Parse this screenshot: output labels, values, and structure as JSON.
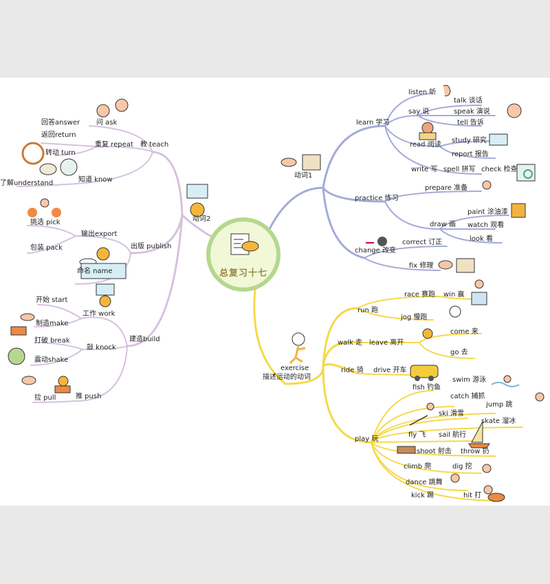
{
  "center": {
    "title": "总复习十七"
  },
  "colors": {
    "purple_branch": "#d6c1de",
    "blue_branch": "#a4abd8",
    "yellow_branch": "#f5d94a",
    "center_ring": "#b6d78e"
  },
  "purple_top": {
    "main": "动词2",
    "teach": "教 teach",
    "answer": "回答answer",
    "ask": "问 ask",
    "return": "返回return",
    "repeat": "重复 repeat",
    "turn": "转动 turn",
    "understand": "了解understand",
    "know": "知道 know"
  },
  "purple_mid": {
    "publish": "出版 publish",
    "pick": "挑选 pick",
    "export": "输出export",
    "pack": "包装 pack",
    "name": "命名 name"
  },
  "purple_bottom": {
    "build": "建造build",
    "start": "开始 start",
    "work": "工作 work",
    "make": "制造make",
    "break": "打破 break",
    "knock": "敲 knock",
    "shake": "震动shake",
    "pull": "拉 pull",
    "push": "推 push"
  },
  "blue": {
    "main": "动词1",
    "learn": "learn 学习",
    "listen": "listen 听",
    "say": "say 说",
    "talk": "talk 谈话",
    "speak": "speak 演说",
    "tell": "tell 告诉",
    "read": "read 阅读",
    "study": "study 研究",
    "report": "report 报告",
    "write": "write 写",
    "spell": "spell 拼写",
    "check": "check 检查",
    "practice": "practice 练习",
    "prepare": "prepare 准备",
    "draw": "draw 画",
    "paint": "paint 涂油漆",
    "watch": "watch 观看",
    "look": "look 看",
    "change": "change 改变",
    "correct": "correct 订正",
    "fix": "fix 修理"
  },
  "yellow": {
    "exercise": "exercise",
    "exercise_cn": "描述运动的动词",
    "run": "run 跑",
    "race": "race 赛跑",
    "win": "win 赢",
    "jog": "jog 慢跑",
    "walk": "walk 走",
    "leave": "leave 离开",
    "come": "come 来",
    "go": "go 去",
    "ride": "ride 骑",
    "drive": "drive 开车",
    "play": "play 玩",
    "fish": "fish 钓鱼",
    "swim": "swim 游泳",
    "catch": "catch 捕抓",
    "jump": "jump 跳",
    "ski": "ski 滑雪",
    "skate": "skate 溜冰",
    "fly": "fly 飞",
    "sail": "sail 航行",
    "shoot": "shoot 射击",
    "throw": "throw 扔",
    "climb": "climb 爬",
    "dig": "dig 挖",
    "dance": "dance 跳舞",
    "kick": "kick 踢",
    "hit": "hit 打"
  }
}
